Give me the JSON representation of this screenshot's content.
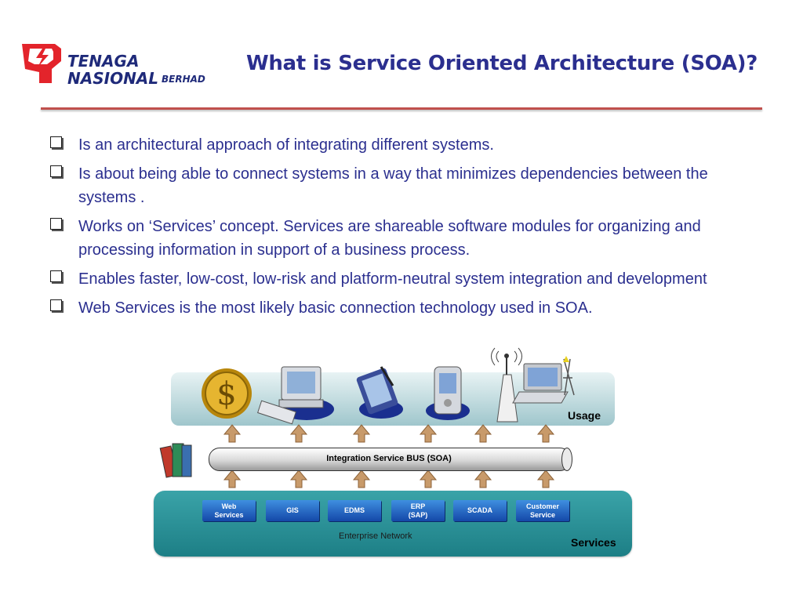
{
  "logo": {
    "line1": "TENAGA",
    "line2": "NASIONAL",
    "line3": "BERHAD"
  },
  "title": "What is Service Oriented Architecture (SOA)?",
  "bullets": [
    "Is an architectural approach of integrating different systems.",
    "Is about being able to connect systems in a way that minimizes dependencies between the systems .",
    "Works on ‘Services’ concept. Services are shareable software modules for organizing and processing information in support of a business process.",
    "Enables faster, low-cost, low-risk and platform-neutral system integration and development",
    "Web Services is the most likely basic connection technology used in SOA."
  ],
  "diagram": {
    "usage_label": "Usage",
    "bus_label": "Integration Service BUS (SOA)",
    "services_label": "Services",
    "network_label": "Enterprise Network",
    "services": [
      {
        "line1": "Web",
        "line2": "Services"
      },
      {
        "line1": "GIS",
        "line2": ""
      },
      {
        "line1": "EDMS",
        "line2": ""
      },
      {
        "line1": "ERP",
        "line2": "(SAP)"
      },
      {
        "line1": "SCADA",
        "line2": ""
      },
      {
        "line1": "Customer",
        "line2": "Service"
      }
    ],
    "icons": [
      "dollar-coin-icon",
      "desktop-computer-icon",
      "tablet-pen-icon",
      "pda-icon",
      "wireless-tower-icon",
      "laptop-icon",
      "books-icon"
    ]
  },
  "colors": {
    "title": "#2b2f8f",
    "rule": "#c0504d",
    "logo_red": "#e3242b",
    "logo_blue": "#1f2a7a"
  }
}
